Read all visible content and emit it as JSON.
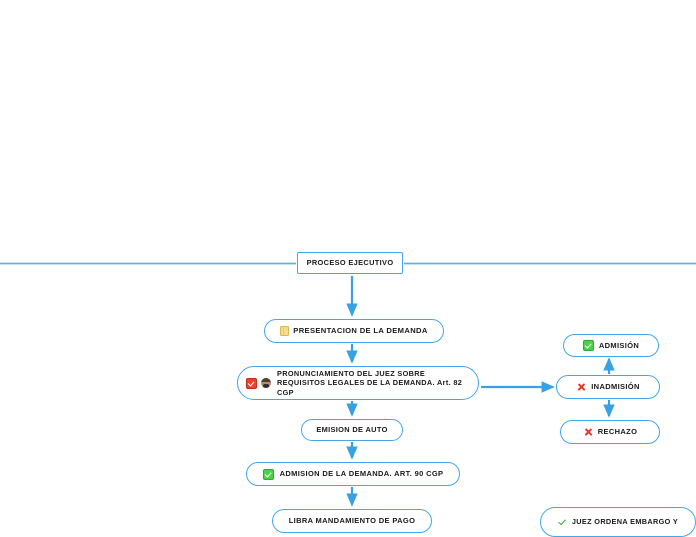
{
  "diagram": {
    "title": "PROCESO EJECUTIVO",
    "type": "mindmap-flowchart",
    "accent_color": "#43a7e8",
    "background_color": "#ffffff",
    "text_color": "#1a1a1a",
    "root": {
      "id": "root",
      "label": "PROCESO EJECUTIVO",
      "shape": "rectangle"
    },
    "nodes": [
      {
        "id": "presentacion",
        "label": "PRESENTACION DE LA DEMANDA",
        "icons": [
          "notebook-icon"
        ],
        "shape": "rounded"
      },
      {
        "id": "pronunciamiento",
        "label": "PRONUNCIAMIENTO DEL JUEZ SOBRE REQUISITOS LEGALES DE LA DEMANDA. Art. 82 CGP",
        "icons": [
          "red-check-box-icon",
          "judge-icon"
        ],
        "shape": "rounded"
      },
      {
        "id": "emision",
        "label": "EMISION DE AUTO",
        "icons": [],
        "shape": "rounded"
      },
      {
        "id": "admision_demanda",
        "label": "ADMISION DE LA DEMANDA. ART. 90 CGP",
        "icons": [
          "green-check-box-icon"
        ],
        "shape": "rounded"
      },
      {
        "id": "libra",
        "label": "LIBRA MANDAMIENTO DE PAGO",
        "icons": [],
        "shape": "rounded"
      },
      {
        "id": "admision",
        "label": "ADMISIÓN",
        "icons": [
          "green-check-box-icon"
        ],
        "shape": "rounded"
      },
      {
        "id": "inadmision",
        "label": "INADMISIÓN",
        "icons": [
          "red-cross-icon"
        ],
        "shape": "rounded"
      },
      {
        "id": "rechazo",
        "label": "RECHAZO",
        "icons": [
          "red-cross-icon"
        ],
        "shape": "rounded"
      },
      {
        "id": "juez_embargo",
        "label": "JUEZ ORDENA EMBARGO Y",
        "icons": [
          "green-tick-icon"
        ],
        "shape": "rounded"
      }
    ],
    "edges": [
      {
        "from": "root",
        "to": "presentacion",
        "direction": "down"
      },
      {
        "from": "presentacion",
        "to": "pronunciamiento",
        "direction": "down"
      },
      {
        "from": "pronunciamiento",
        "to": "emision",
        "direction": "down"
      },
      {
        "from": "pronunciamiento",
        "to": "inadmision",
        "direction": "right"
      },
      {
        "from": "inadmision",
        "to": "admision",
        "direction": "up"
      },
      {
        "from": "inadmision",
        "to": "rechazo",
        "direction": "down"
      },
      {
        "from": "emision",
        "to": "admision_demanda",
        "direction": "down"
      },
      {
        "from": "admision_demanda",
        "to": "libra",
        "direction": "down"
      }
    ]
  }
}
